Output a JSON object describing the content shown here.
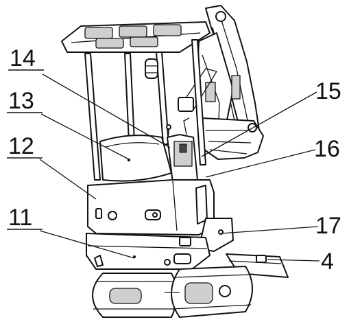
{
  "labels": [
    {
      "id": "11",
      "text": "11"
    },
    {
      "id": "12",
      "text": "12"
    },
    {
      "id": "13",
      "text": "13"
    },
    {
      "id": "14",
      "text": "14"
    },
    {
      "id": "15",
      "text": "15"
    },
    {
      "id": "16",
      "text": "16"
    },
    {
      "id": "17",
      "text": "17"
    },
    {
      "id": "4",
      "text": "4"
    }
  ],
  "colors": {
    "line": "#111111",
    "background": "#ffffff"
  }
}
